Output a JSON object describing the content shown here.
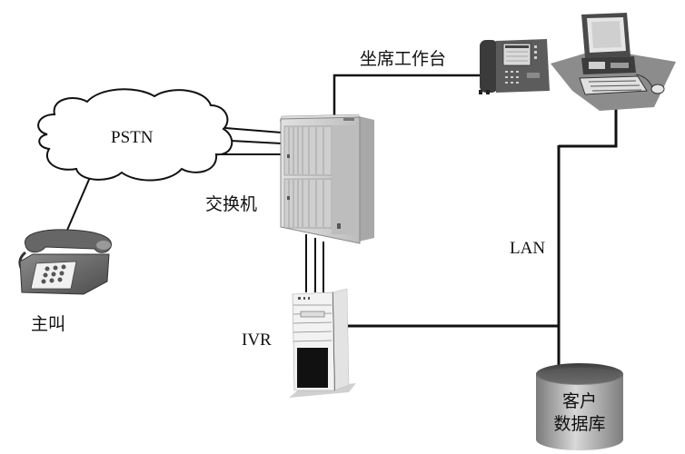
{
  "diagram": {
    "type": "call-center-network-topology",
    "nodes": [
      {
        "id": "pstn",
        "label": "PSTN",
        "shape": "cloud"
      },
      {
        "id": "caller",
        "label": "主叫",
        "shape": "desk-phone"
      },
      {
        "id": "switch",
        "label": "交换机",
        "shape": "switch-cabinet"
      },
      {
        "id": "agent",
        "label": "坐席工作台",
        "shape": "ip-phone"
      },
      {
        "id": "workstation",
        "label": "",
        "shape": "computer"
      },
      {
        "id": "ivr",
        "label": "IVR",
        "shape": "tower-server"
      },
      {
        "id": "lan",
        "label": "LAN",
        "shape": "bus-line"
      },
      {
        "id": "database",
        "label_line1": "客户",
        "label_line2": "数据库",
        "shape": "cylinder"
      }
    ],
    "edges": [
      {
        "from": "caller",
        "to": "pstn",
        "lines": 1
      },
      {
        "from": "pstn",
        "to": "switch",
        "lines": 3
      },
      {
        "from": "switch",
        "to": "agent",
        "lines": 1
      },
      {
        "from": "switch",
        "to": "ivr",
        "lines": 3
      },
      {
        "from": "workstation",
        "to": "lan",
        "lines": 1
      },
      {
        "from": "ivr",
        "to": "lan",
        "lines": 1
      },
      {
        "from": "lan",
        "to": "database",
        "lines": 1
      }
    ]
  },
  "colors": {
    "line": "#111111",
    "device_gray": "#6f6f6f",
    "device_light": "#d9d9d9",
    "background": "#ffffff"
  }
}
